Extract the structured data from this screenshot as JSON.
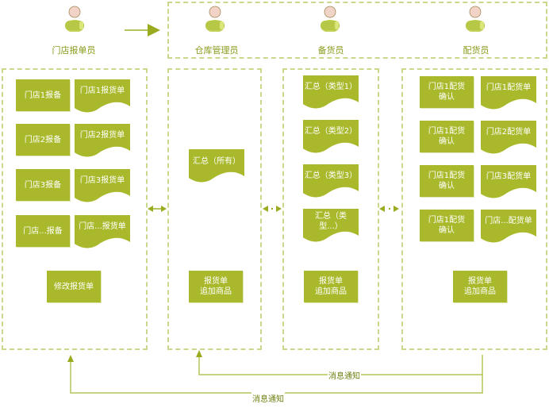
{
  "colors": {
    "accent": "#a9b92b",
    "dash": "#c9d88a",
    "line": "#b5c45a",
    "text": "#8a9a1a"
  },
  "roles": {
    "store_reporter": "门店报单员",
    "warehouse_manager": "仓库管理员",
    "stocker": "备货员",
    "distributor": "配货员"
  },
  "store_column": {
    "reports": [
      "门店1报备",
      "门店2报备",
      "门店3报备",
      "门店...报备"
    ],
    "orders": [
      "门店1报货单",
      "门店2报货单",
      "门店3报货单",
      "门店...报货单"
    ],
    "modify": "修改报货单"
  },
  "warehouse_column": {
    "summary": "汇总（所有）",
    "add_line1": "报货单",
    "add_line2": "追加商品"
  },
  "stocker_column": {
    "summaries": [
      "汇总（类型1）",
      "汇总（类型2）",
      "汇总（类型3）",
      "汇总（类型...）"
    ],
    "add_line1": "报货单",
    "add_line2": "追加商品"
  },
  "distributor_column": {
    "confirms": [
      "门店1配货确认",
      "门店1配货确认",
      "门店1配货确认",
      "门店1配货确认"
    ],
    "orders": [
      "门店1配货单",
      "门店2配货单",
      "门店3配货单",
      "门店...配货单"
    ],
    "add_line1": "报货单",
    "add_line2": "追加商品"
  },
  "notifications": {
    "inner": "消息通知",
    "outer": "消息通知"
  },
  "icons": {
    "person": "user-icon",
    "arrow": "arrow-icon"
  }
}
